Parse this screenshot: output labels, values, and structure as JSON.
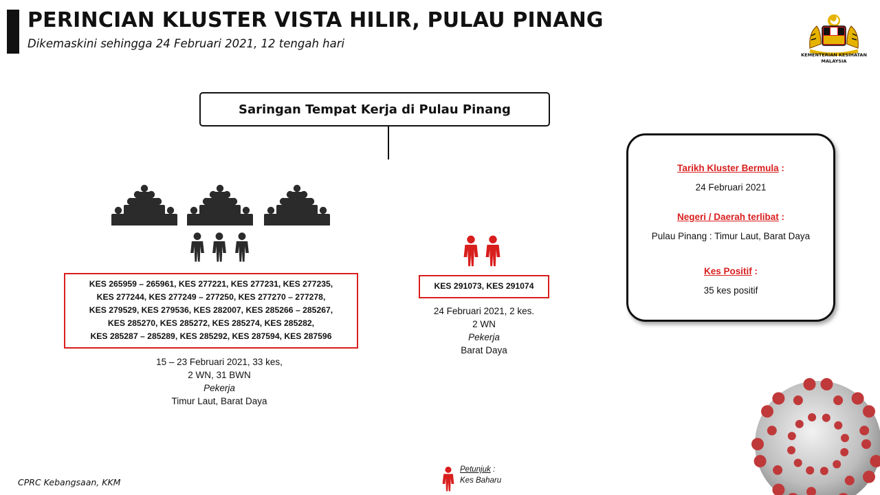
{
  "header": {
    "title": "PERINCIAN KLUSTER VISTA HILIR, PULAU PINANG",
    "subtitle": "Dikemaskini sehingga 24 Februari 2021, 12 tengah hari"
  },
  "logo": {
    "icon": "coat-of-arms-icon",
    "text_line1": "KEMENTERIAN KESIHATAN",
    "text_line2": "MALAYSIA"
  },
  "diagram": {
    "root_label": "Saringan Tempat Kerja di Pulau Pinang",
    "groups": [
      {
        "id": "group-left",
        "icon": "crowd-of-people-icon",
        "case_lines": [
          "KES 265959 – 265961, KES 277221, KES 277231, KES 277235,",
          "KES 277244, KES 277249 – 277250, KES 277270 – 277278,",
          "KES 279529, KES 279536, KES 282007, KES 285266 – 285267,",
          "KES 285270, KES 285272, KES 285274, KES 285282,",
          "KES 285287 – 285289, KES 285292, KES 287594, KES 287596"
        ],
        "date_line": "15 – 23 Februari 2021, 33 kes,",
        "nationality_line": "2 WN, 31 BWN",
        "occupation": "Pekerja",
        "location": "Timur Laut, Barat Daya"
      },
      {
        "id": "group-mid",
        "icon": "new-case-person-icon",
        "case_lines": [
          "KES 291073, KES 291074"
        ],
        "date_line": "24 Februari 2021, 2 kes.",
        "nationality_line": "2 WN",
        "occupation": "Pekerja",
        "location": "Barat Daya"
      }
    ]
  },
  "side_card": {
    "start_label": "Tarikh Kluster Bermula",
    "start_value": "24 Februari 2021",
    "region_label": "Negeri / Daerah terlibat",
    "region_value": "Pulau Pinang : Timur Laut, Barat Daya",
    "positive_label": "Kes Positif",
    "positive_value": "35 kes positif",
    "colon": ":"
  },
  "footer": {
    "source": "CPRC Kebangsaan, KKM"
  },
  "legend": {
    "title": "Petunjuk",
    "colon": ":",
    "item_label": "Kes Baharu",
    "item_icon": "new-case-person-icon"
  },
  "colors": {
    "accent_red": "#d91e1e",
    "person_dark": "#2b2b2b",
    "text": "#111111"
  }
}
